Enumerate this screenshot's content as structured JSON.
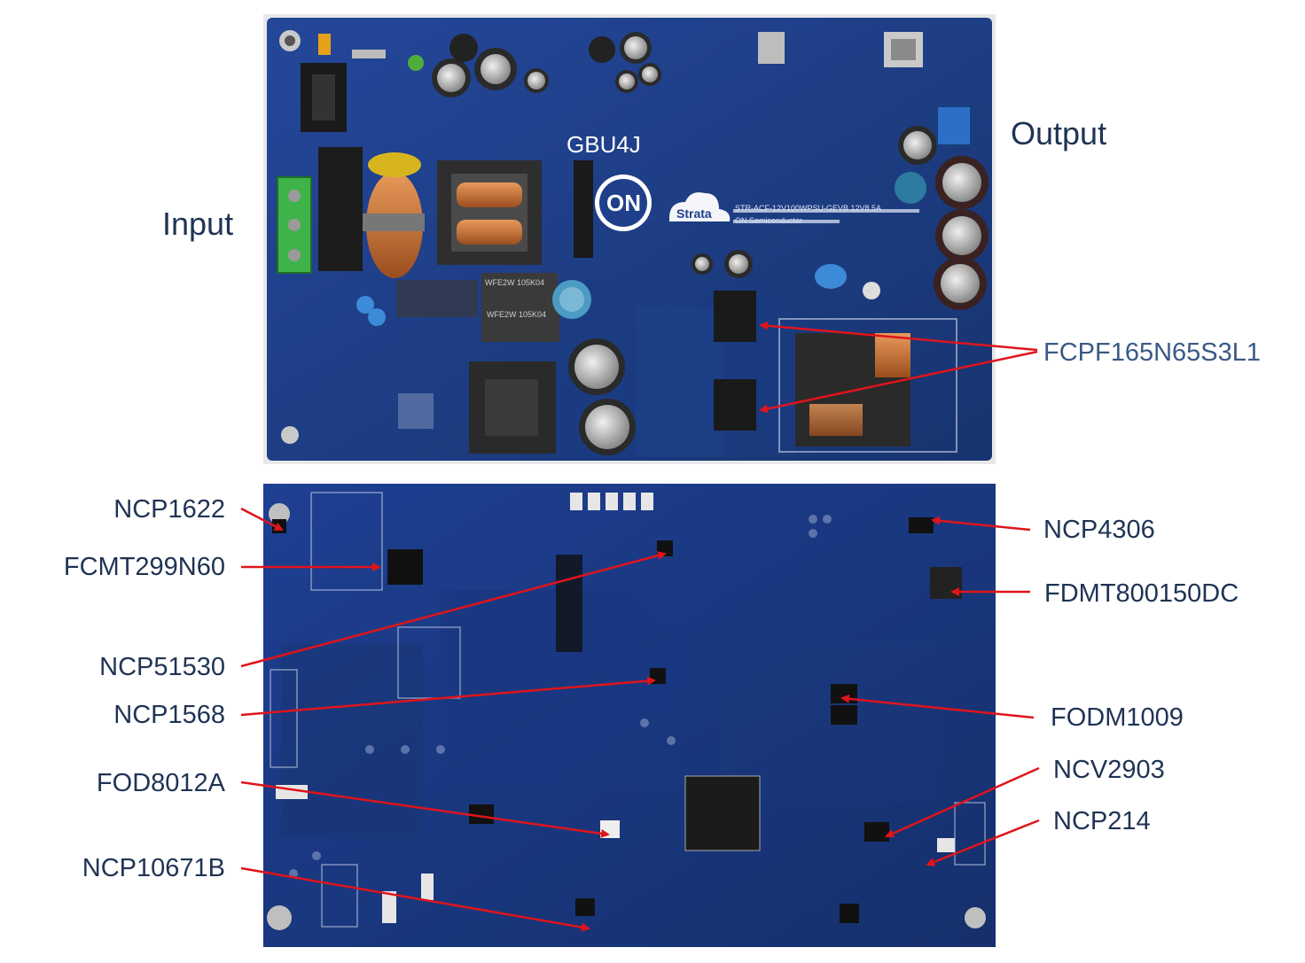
{
  "top_board": {
    "title_labels": {
      "input": "Input",
      "output": "Output"
    },
    "silk_label": "GBU4J",
    "logo_text": "ON",
    "strata_text": "Strata",
    "board_id": "STR-ACF-12V100WPSU-GEVB  12V8.5A",
    "vendor": "ON Semiconductor",
    "inductor_marks": [
      "WFE2W 105K04",
      "WFE2W 105K04"
    ],
    "callouts": [
      "FCPF165N65S3L1"
    ]
  },
  "bottom_board": {
    "left_callouts": [
      "NCP1622",
      "FCMT299N60",
      "NCP51530",
      "NCP1568",
      "FOD8012A",
      "NCP10671B"
    ],
    "right_callouts": [
      "NCP4306",
      "FDMT800150DC",
      "FODM1009",
      "NCV2903",
      "NCP214"
    ]
  },
  "colors": {
    "pcb_blue": "#1d3f8a",
    "pcb_dark": "#152f6a",
    "label_text": "#1f3354",
    "arrow": "#e0141b",
    "background": "#ffffff"
  }
}
